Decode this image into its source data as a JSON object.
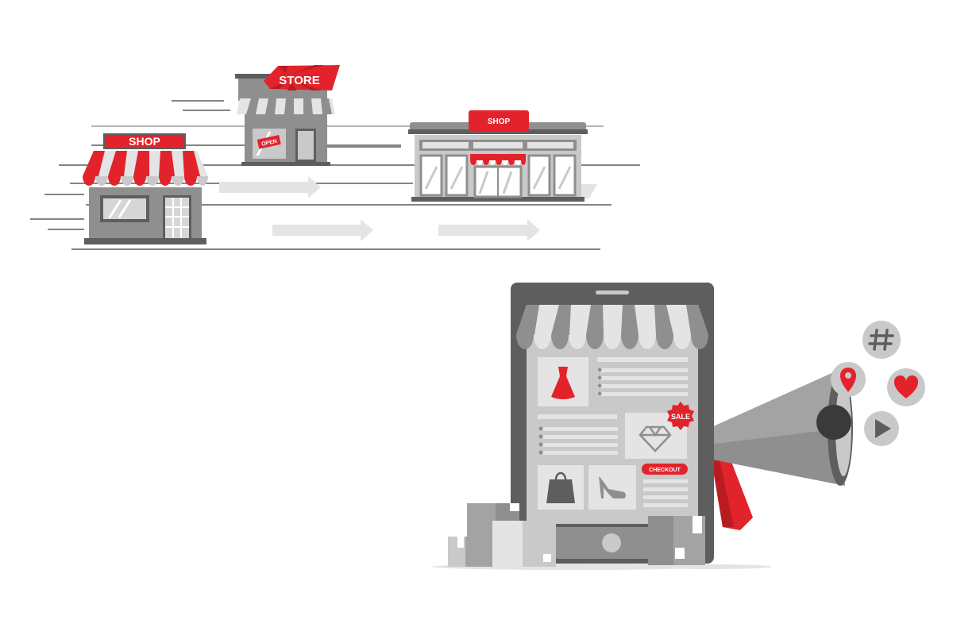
{
  "colors": {
    "accent": "#e3232b",
    "accent_dark": "#b81c22",
    "dark_gray": "#5e5e5e",
    "mid_gray": "#8f8f8f",
    "light_gray": "#c9c9c9",
    "pale_gray": "#e4e4e4",
    "line": "#3a3a3a"
  },
  "evolution": {
    "small_shop": {
      "sign": "SHOP"
    },
    "store": {
      "banner": "STORE",
      "door_sign": "OPEN"
    },
    "big_shop": {
      "sign": "SHOP"
    }
  },
  "online_store": {
    "sale_badge": "SALE",
    "checkout_button": "CHECKOUT",
    "products": [
      "dress-icon",
      "diamond-icon",
      "shopping-bag-icon",
      "high-heel-icon"
    ]
  },
  "social_icons": [
    "hashtag-icon",
    "location-pin-icon",
    "heart-icon",
    "play-icon"
  ]
}
